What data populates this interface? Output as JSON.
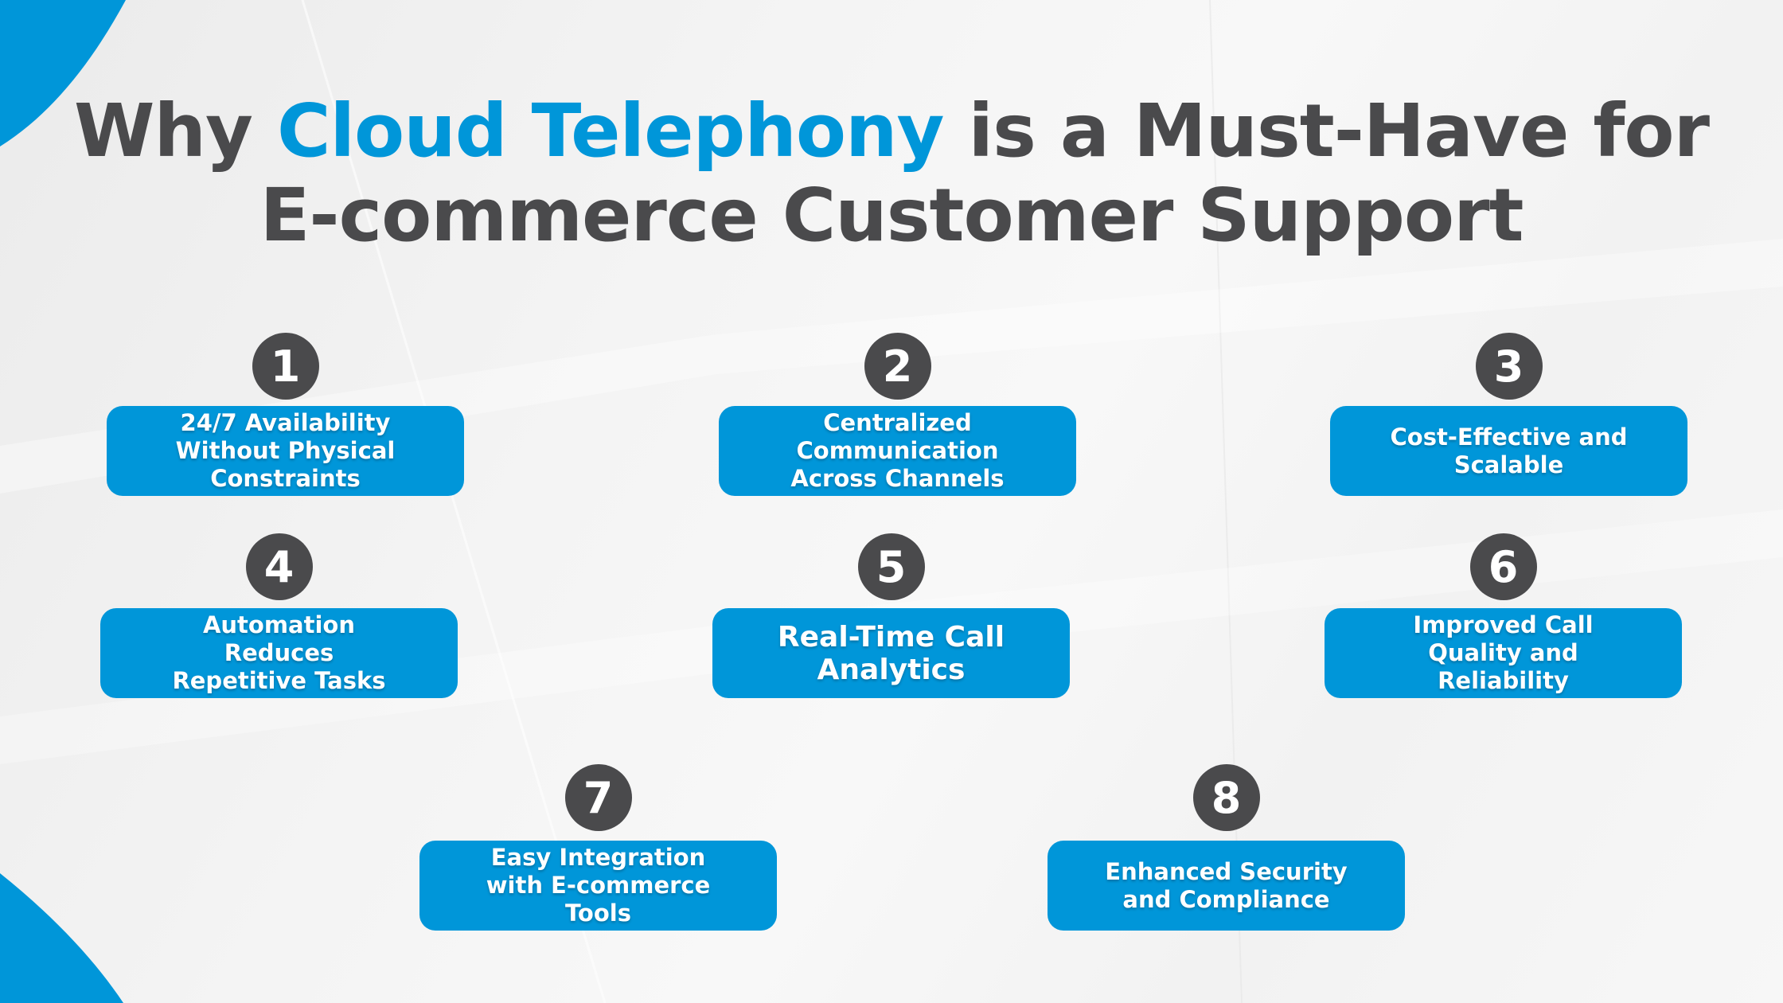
{
  "title": {
    "prefix": "Why ",
    "accent": "Cloud Telephony",
    "suffix_line1": " is a Must-Have for",
    "line2": "E-commerce Customer Support"
  },
  "colors": {
    "accent": "#0096d9",
    "dark": "#4a4a4c",
    "card_text": "#ffffff",
    "background": "#f4f4f4"
  },
  "items": [
    {
      "number": "1",
      "lines": [
        "24/7 Availability",
        "Without Physical",
        "Constraints"
      ]
    },
    {
      "number": "2",
      "lines": [
        "Centralized",
        "Communication",
        "Across Channels"
      ]
    },
    {
      "number": "3",
      "lines": [
        "Cost-Effective and",
        "Scalable"
      ]
    },
    {
      "number": "4",
      "lines": [
        "Automation",
        "Reduces",
        "Repetitive Tasks"
      ]
    },
    {
      "number": "5",
      "lines": [
        "Real-Time Call",
        "Analytics"
      ]
    },
    {
      "number": "6",
      "lines": [
        "Improved Call",
        "Quality and",
        "Reliability"
      ]
    },
    {
      "number": "7",
      "lines": [
        "Easy Integration",
        "with E-commerce",
        "Tools"
      ]
    },
    {
      "number": "8",
      "lines": [
        "Enhanced Security",
        "and Compliance"
      ]
    }
  ]
}
